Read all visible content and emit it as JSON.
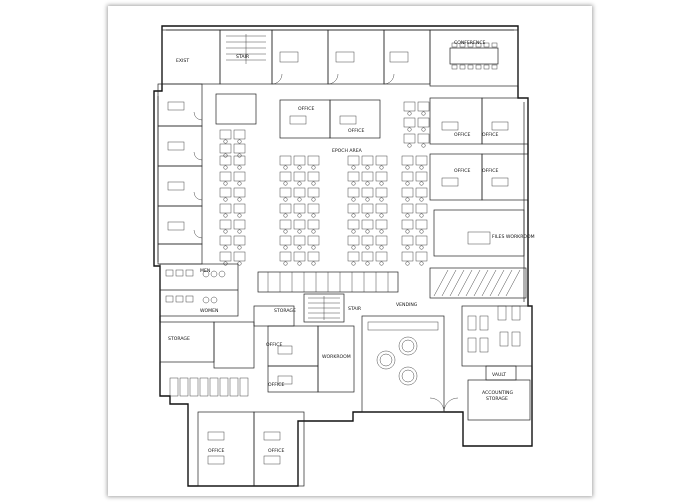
{
  "plan": {
    "labels": {
      "exist": "EXIST",
      "stair_top": "STAIR",
      "conference": "CONFERENCE",
      "office_a": "OFFICE",
      "office_b": "OFFICE",
      "office_right_1": "OFFICE",
      "office_right_2": "OFFICE",
      "office_right_3": "OFFICE",
      "office_right_4": "OFFICE",
      "epoch_area": "EPOCH AREA",
      "files_workroom": "FILES WORKROOM",
      "men": "MEN",
      "women": "WOMEN",
      "storage_left": "STORAGE",
      "storage_mid": "STORAGE",
      "stair_mid": "STAIR",
      "vending": "VENDING",
      "workroom": "WORKROOM",
      "office_low_1": "OFFICE",
      "office_low_2": "OFFICE",
      "office_low_3": "OFFICE",
      "office_low_4": "OFFICE",
      "vault": "VAULT",
      "accounting_storage_1": "ACCOUNTING",
      "accounting_storage_2": "STORAGE"
    }
  }
}
